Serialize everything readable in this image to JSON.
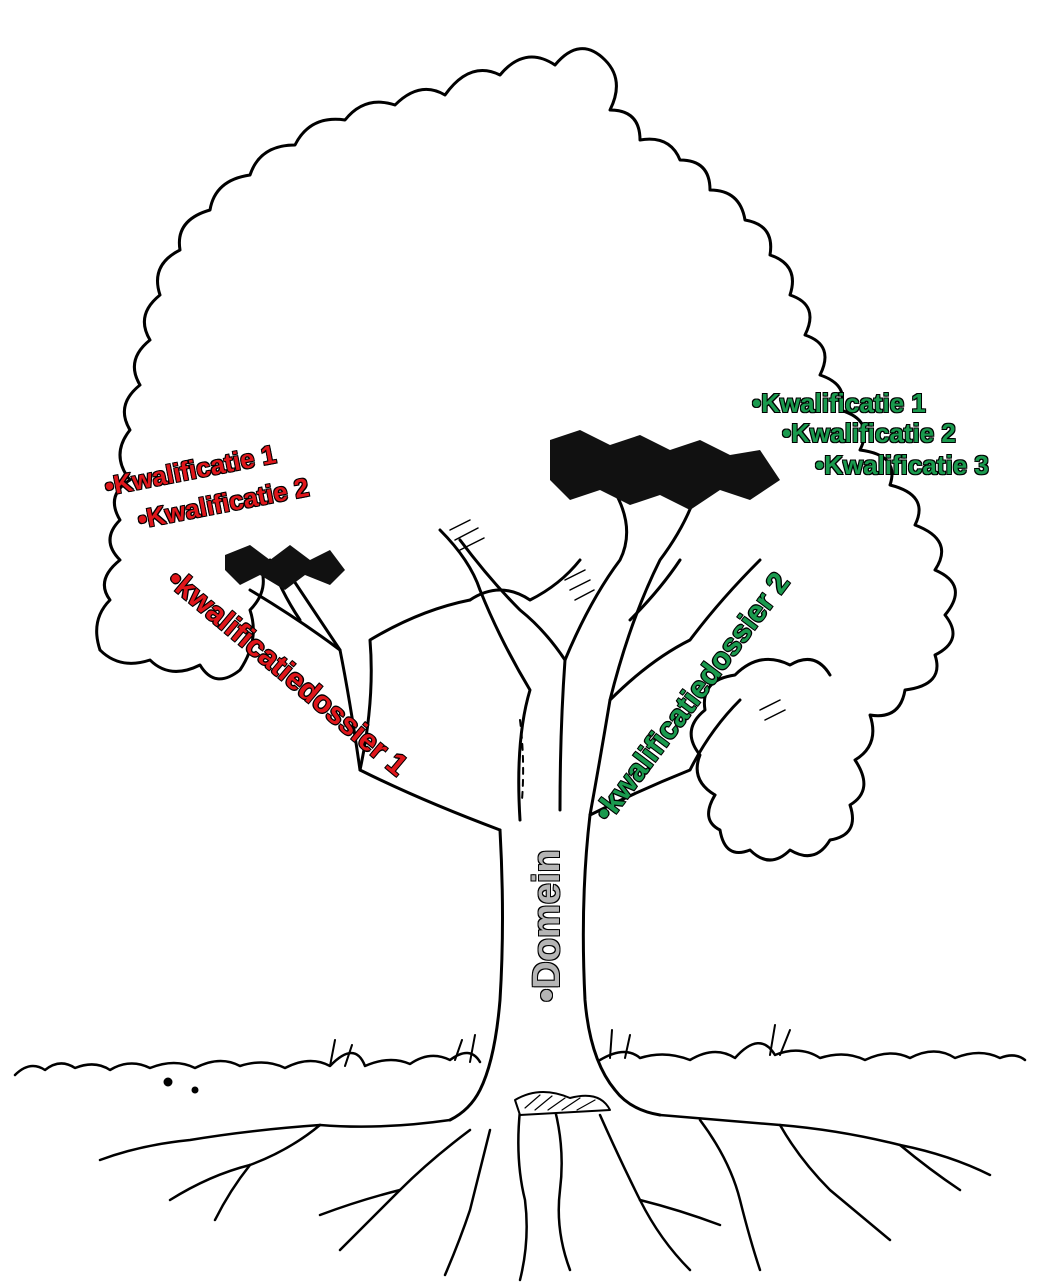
{
  "labels": {
    "left_branch_1": "•Kwalificatie 1",
    "left_branch_2": "•Kwalificatie 2",
    "left_dossier": "•kwalificatiedossier 1",
    "right_branch_1": "•Kwalificatie 1",
    "right_branch_2": "•Kwalificatie 2",
    "right_branch_3": "•Kwalificatie 3",
    "right_dossier": "•kwalificatiedossier 2",
    "trunk": "•Domein"
  },
  "colors": {
    "dossier_1": "#e0161b",
    "dossier_2": "#1a9a4e",
    "domain": "#b5b5b5",
    "outline": "#000000"
  },
  "illustration": {
    "subject": "tree-with-roots-icon"
  }
}
